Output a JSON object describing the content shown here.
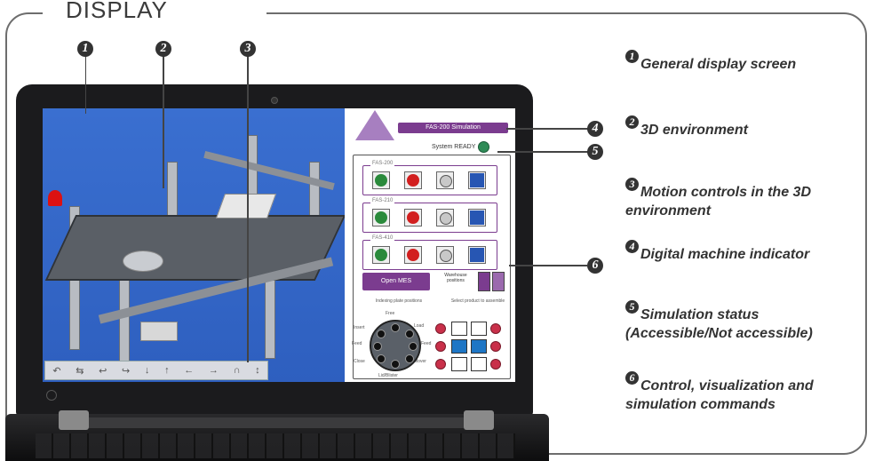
{
  "frame": {
    "title": "DISPLAY"
  },
  "screen": {
    "sim_title": "FAS-200 Simulation",
    "system_status": "System READY",
    "machines": [
      {
        "label": "FAS-200"
      },
      {
        "label": "FAS-210"
      },
      {
        "label": "FAS-410"
      }
    ],
    "open_mes": "Open MES",
    "warehouse_label": "Warehouse positions",
    "indexing_label": "Indexing plate positions",
    "select_product_label": "Select product to assemble",
    "positions": {
      "top": "Free",
      "left_top": "Insert",
      "left_mid": "Feed",
      "left_bot": "Close",
      "bottom": "Lid/Blister",
      "right_top": "Load",
      "right_mid": "Feed",
      "right_bot": "Mover"
    }
  },
  "callouts": [
    "1",
    "2",
    "3",
    "4",
    "5",
    "6"
  ],
  "legend": [
    {
      "num": "1",
      "lines": [
        "General display screen"
      ]
    },
    {
      "num": "2",
      "lines": [
        "3D environment"
      ]
    },
    {
      "num": "3",
      "lines": [
        "Motion controls in the 3D",
        "environment"
      ]
    },
    {
      "num": "4",
      "lines": [
        "Digital machine indicator"
      ]
    },
    {
      "num": "5",
      "lines": [
        "Simulation status",
        "(Accessible/Not accessible)"
      ]
    },
    {
      "num": "6",
      "lines": [
        "Control, visualization and",
        "simulation commands"
      ]
    }
  ]
}
